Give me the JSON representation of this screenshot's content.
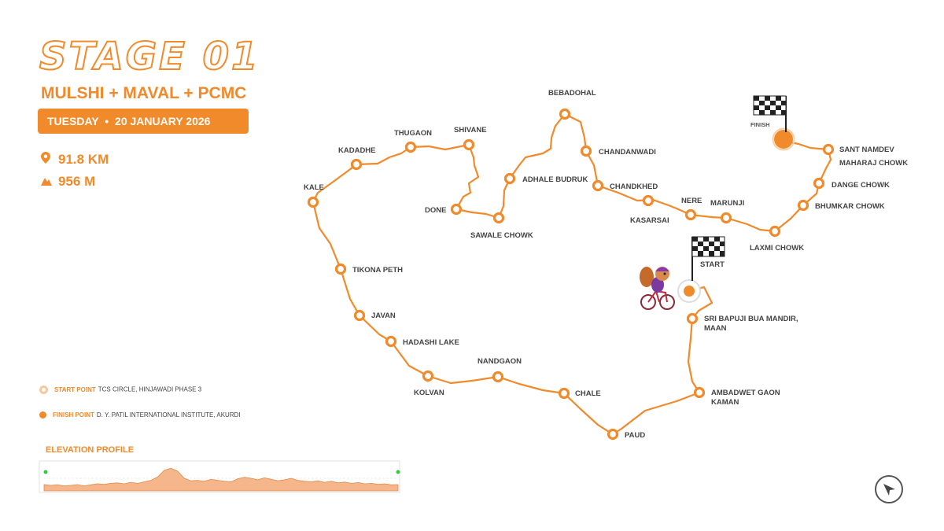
{
  "header": {
    "title": "STAGE 01",
    "subtitle": "MULSHI + MAVAL + PCMC",
    "date_day": "TUESDAY",
    "date_sep": "•",
    "date_text": "20 JANUARY 2026"
  },
  "stats": {
    "distance": "91.8 KM",
    "elevation": "956 M"
  },
  "icons": {
    "distance": "location-pin-icon",
    "elevation": "mountain-icon",
    "flag": "checkered-flag-icon",
    "compass": "compass-icon"
  },
  "colors": {
    "accent": "#f08a2a",
    "route": "#f08a2a"
  },
  "route_points": {
    "finish": "FINISH",
    "sant_namdev": [
      "SANT NAMDEV",
      "MAHARAJ CHOWK"
    ],
    "dange_chowk": "DANGE CHOWK",
    "bhumkar_chowk": "BHUMKAR CHOWK",
    "laxmi_chowk": "LAXMI CHOWK",
    "marunji": "MARUNJI",
    "nere": "NERE",
    "kasarsai": "KASARSAI",
    "chandkhed": "CHANDKHED",
    "chandanwadi": "CHANDANWADI",
    "bebadohal": "BEBADOHAL",
    "adhale_budruk": "ADHALE BUDRUK",
    "sawale_chowk": "SAWALE CHOWK",
    "done": "DONE",
    "shivane": "SHIVANE",
    "thugaon": "THUGAON",
    "kadadhe": "KADADHE",
    "kale": "KALE",
    "tikona_peth": "TIKONA PETH",
    "javan": "JAVAN",
    "hadashi_lake": "HADASHI LAKE",
    "kolvan": "KOLVAN",
    "nandgaon": "NANDGAON",
    "chale": "CHALE",
    "paud": "PAUD",
    "ambadwet": [
      "AMBADWET GAON",
      "KAMAN"
    ],
    "sri_bapuji": [
      "SRI BAPUJI BUA MANDIR,",
      "MAAN"
    ],
    "start": "START"
  },
  "legend": {
    "start_key": "START POINT",
    "start_value": "TCS CIRCLE, HINJAWADI PHASE 3",
    "finish_key": "FINISH POINT",
    "finish_value": "D. Y. PATIL INTERNATIONAL INSTITUTE, AKURDI"
  },
  "elevation_profile": {
    "title": "ELEVATION PROFILE",
    "relative_profile": [
      0.25,
      0.22,
      0.24,
      0.2,
      0.22,
      0.25,
      0.2,
      0.24,
      0.28,
      0.26,
      0.3,
      0.32,
      0.28,
      0.34,
      0.3,
      0.36,
      0.42,
      0.55,
      0.82,
      0.9,
      0.78,
      0.5,
      0.4,
      0.42,
      0.38,
      0.46,
      0.42,
      0.38,
      0.36,
      0.48,
      0.54,
      0.5,
      0.44,
      0.52,
      0.46,
      0.4,
      0.44,
      0.5,
      0.42,
      0.38,
      0.36,
      0.4,
      0.34,
      0.38,
      0.32,
      0.35,
      0.3,
      0.33,
      0.28,
      0.3,
      0.26,
      0.28,
      0.24,
      0.25
    ]
  }
}
